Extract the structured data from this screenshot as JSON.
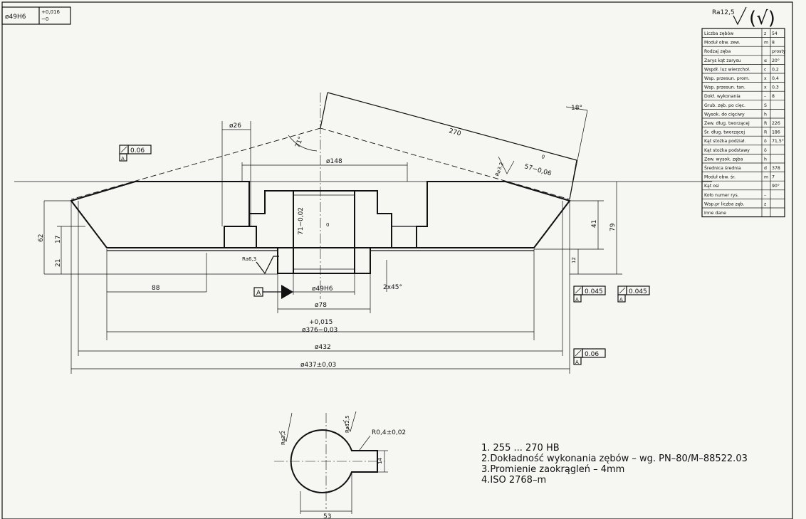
{
  "corner_tolerance": {
    "size": "ø49H6",
    "upper": "+0,016",
    "lower": "−0"
  },
  "surface_finish_general": {
    "main": "Ra12,5",
    "secondary_symbol": "(√)"
  },
  "dimensions": {
    "d_hub_inner": "ø148",
    "d_bore_slot": "ø26",
    "angle_top": "71°",
    "cone_length": "270",
    "angle_right": "18°",
    "tooth_dim": "57−0,06",
    "tooth_dim_zero": "0",
    "bore_vertical": "71−0,02",
    "bore_vertical_zero": "0",
    "h_62": "62",
    "h_17": "17",
    "h_21": "21",
    "h_41": "41",
    "h_79": "79",
    "h_12": "12",
    "ra_6_3_left": "Ra6,3",
    "ra_3_2_right": "Ra3,2",
    "len_88": "88",
    "bore": "ø49H6",
    "chamfer": "2x45°",
    "d_78": "ø78",
    "tol_upper": "+0,015",
    "d_376": "ø376−0,03",
    "d_432": "ø432",
    "d_437": "ø437±0,03"
  },
  "runouts": [
    {
      "value": "0.06",
      "datum": "A"
    },
    {
      "value": "0.045",
      "datum": "A"
    },
    {
      "value": "0.045",
      "datum": "A"
    },
    {
      "value": "0.06",
      "datum": "A"
    }
  ],
  "datum_label": "A",
  "section": {
    "ra_left": "Ra3,2",
    "ra_right": "Ra12,5",
    "radius": "R0,4±0,02",
    "width_dim": "53",
    "slot_dim": "14"
  },
  "notes": [
    "1. 255 ... 270 HB",
    "2.Dokładność wykonania zębów – wg. PN–80/M–88522.03",
    "3.Promienie zaokrągleń – 4mm",
    "4.ISO 2768–m"
  ],
  "gear_table": [
    {
      "label": "Liczba zębów",
      "sym": "z",
      "val": "54"
    },
    {
      "label": "Moduł obw. zew.",
      "sym": "m",
      "val": "8"
    },
    {
      "label": "Rodzaj zęba",
      "sym": "",
      "val": "prosty"
    },
    {
      "label": "Zarys   kąt zarysu",
      "sym": "α",
      "val": "20°"
    },
    {
      "label": "Współ. luz wierzchoł.",
      "sym": "c",
      "val": "0,2"
    },
    {
      "label": "Wsp. przesun. prom.",
      "sym": "x",
      "val": "0,4"
    },
    {
      "label": "Wsp. przesun. tan.",
      "sym": "x",
      "val": "0,3"
    },
    {
      "label": "Dokł. wykonania",
      "sym": "–",
      "val": "8"
    },
    {
      "label": "Grub. zęb. po cięc.",
      "sym": "S",
      "val": ""
    },
    {
      "label": "Wysok. do cięciwy",
      "sym": "h",
      "val": ""
    },
    {
      "label": "Zew. dług. tworzącej",
      "sym": "R",
      "val": "226"
    },
    {
      "label": "Śr. dług. tworzącej",
      "sym": "R",
      "val": "186"
    },
    {
      "label": "Kąt stożka podział.",
      "sym": "δ",
      "val": "71,5°"
    },
    {
      "label": "Kąt stożka podstawy",
      "sym": "δ",
      "val": ""
    },
    {
      "label": "Zew. wysok. zęba",
      "sym": "h",
      "val": ""
    },
    {
      "label": "Średnica średnia",
      "sym": "d",
      "val": "378"
    },
    {
      "label": "Moduł obw. śr.",
      "sym": "m",
      "val": "7"
    },
    {
      "label": "Kąt osi",
      "sym": "",
      "val": "90°"
    },
    {
      "label": "Koło    numer rys.",
      "sym": "–",
      "val": ""
    },
    {
      "label": "Wsp.pr    liczba zęb.",
      "sym": "z",
      "val": ""
    },
    {
      "label": "Inne dane",
      "sym": "",
      "val": ""
    }
  ]
}
